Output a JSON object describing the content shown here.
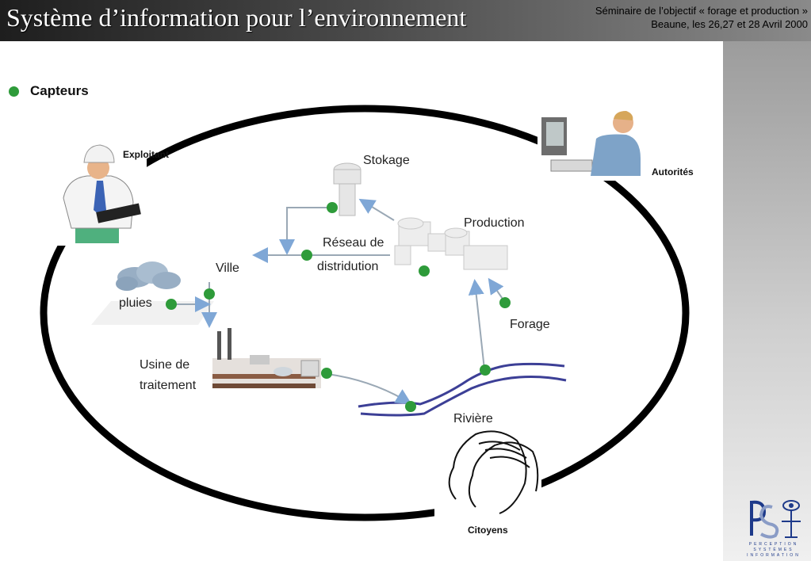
{
  "header": {
    "title": "Système d’information pour l’environnement",
    "subtitle_line1": "Séminaire de l’objectif « forage et production »",
    "subtitle_line2": "Beaune, les 26,27 et 28 Avril 2000"
  },
  "legend": {
    "label": "Capteurs",
    "color": "#2e9b3a"
  },
  "actors": {
    "exploitant": "Exploitant",
    "autorites": "Autorités",
    "citoyens": "Citoyens"
  },
  "nodes": {
    "stokage": "Stokage",
    "production": "Production",
    "reseau_line1": "Réseau de",
    "reseau_line2": "distridution",
    "ville": "Ville",
    "pluies": "pluies",
    "forage": "Forage",
    "usine_line1": "Usine de",
    "usine_line2": "traitement",
    "riviere": "Rivière"
  },
  "logo": {
    "word1": "PERCEPTION",
    "word2": "SYSTÈMES",
    "word3": "INFORMATION"
  }
}
